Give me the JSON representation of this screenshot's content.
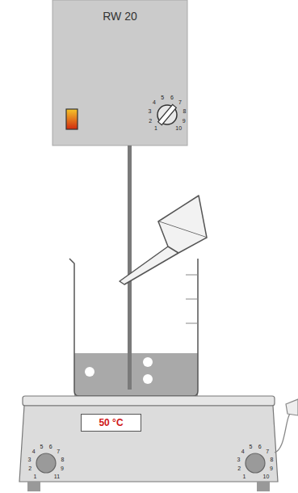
{
  "diagram": {
    "nodes": [
      {
        "text": [
          "RW 20"
        ]
      },
      {
        "text": [
          "50 °C"
        ]
      }
    ],
    "labels": [
      "1",
      "2",
      "3",
      "4",
      "5",
      "6",
      "7",
      "8",
      "9",
      "10",
      "1",
      "2",
      "3",
      "4",
      "5",
      "6",
      "7",
      "8",
      "9",
      "11",
      "1",
      "2",
      "3",
      "4",
      "5",
      "6",
      "7",
      "8",
      "9",
      "10"
    ]
  }
}
